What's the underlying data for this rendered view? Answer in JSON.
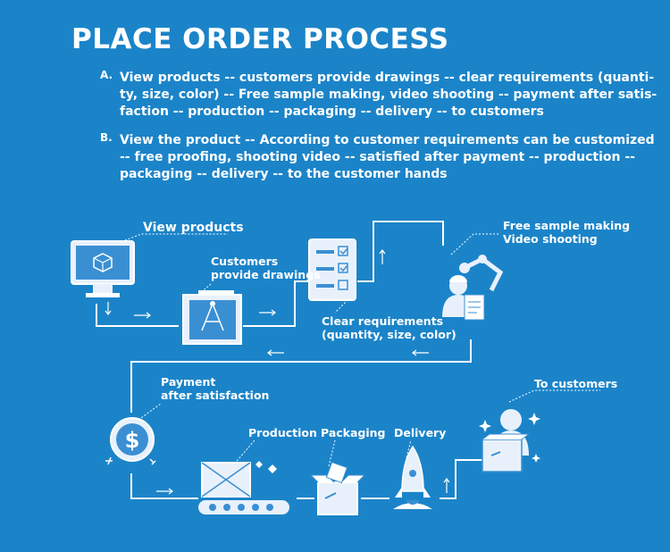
{
  "title": "PLACE ORDER PROCESS",
  "methods": [
    {
      "letter": "A.",
      "lines": [
        "View products -- customers provide drawings -- clear requirements (quanti-",
        "ty, size, color) -- Free sample making, video shooting -- payment after satis-",
        "faction -- production -- packaging -- delivery -- to customers"
      ]
    },
    {
      "letter": "B.",
      "lines": [
        "View the product -- According to customer requirements can be customized",
        "-- free proofing, shooting video -- satisfied after payment -- production --",
        "packaging -- delivery -- to the customer hands"
      ]
    }
  ],
  "steps": {
    "view_products": "View products",
    "customers_line1": "Customers",
    "customers_line2": "provide drawings",
    "free_sample_line1": "Free sample making",
    "free_sample_line2": "Video shooting",
    "clear_req_line1": "Clear requirements",
    "clear_req_line2": "(quantity, size, color)",
    "payment_line1": "Payment",
    "payment_line2": "after satisfaction",
    "production": "Production",
    "packaging": "Packaging",
    "delivery": "Delivery",
    "to_customers": "To customers",
    "dollar_symbol": "$"
  },
  "colors": {
    "background": "#1b84c9",
    "line": "#ffffff",
    "icon_light": "#e8f1fb",
    "icon_fill": "#3a8fd3"
  }
}
